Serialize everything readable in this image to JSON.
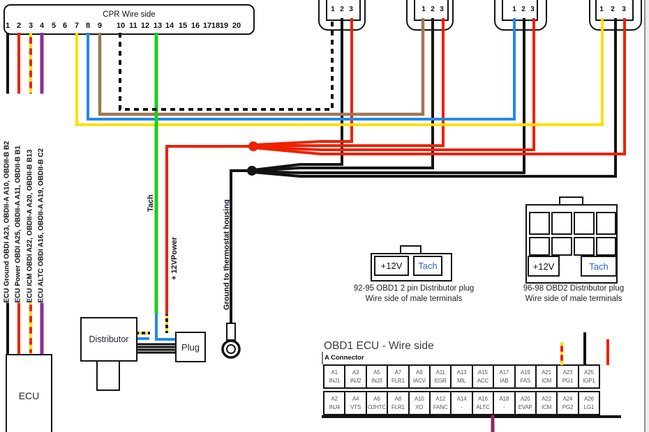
{
  "colors": {
    "black": "#131313",
    "red": "#ee2200",
    "yellow": "#ffdf00",
    "purple": "#8a2f96",
    "blue": "#2288ee",
    "brown": "#a07850",
    "green": "#1ecc1e",
    "plum": "#8b2962",
    "tach_text": "#2b62d9"
  },
  "cpr": {
    "title": "CPR Wire side",
    "pins": [
      "1",
      "2",
      "3",
      "4",
      "5",
      "6",
      "7",
      "8",
      "9",
      "10",
      "11",
      "12",
      "13",
      "14",
      "15",
      "16",
      "17",
      "18",
      "19",
      "20"
    ]
  },
  "left_labels": [
    "ECU Ground OBDI A23, OBDII-A A10, OBDII-B B2",
    "ECU Power OBDI A25, OBDII-A A11, OBDII-B B1",
    "ECU ICM OBDI A22, OBDII-A A20, OBDII-B B13",
    "ECU ALTC OBDI A16, OBDII-A A19, OBDII-B C2"
  ],
  "wire_labels": {
    "tach": "Tach",
    "power": "+ 12VPower",
    "ground": "Ground to thermostat housing"
  },
  "boxes": {
    "ecu": "ECU",
    "distributor": "Distributor",
    "plug": "Plug"
  },
  "connectors": {
    "pin_labels": [
      "1",
      "2",
      "3"
    ],
    "wire_colors": [
      [
        "dashed-black",
        "black",
        "red"
      ],
      [
        "brown",
        "black",
        "red"
      ],
      [
        "blue",
        "black",
        "red"
      ],
      [
        "yellow",
        "black",
        "red"
      ]
    ]
  },
  "obd1_plug": {
    "pin_12v": "+12V",
    "pin_tach": "Tach",
    "caption": [
      "92-95 OBD1 2 pin Distributor plug",
      "Wire side of male terminals"
    ]
  },
  "obd2_plug": {
    "pin_12v": "+12V",
    "pin_tach": "Tach",
    "caption": [
      "96-98 OBD2 Distributor plug",
      "Wire side of male terminals"
    ]
  },
  "ecu_table": {
    "title": "OBD1 ECU - Wire side",
    "connector": "A Connector",
    "rows": [
      [
        [
          "A1",
          "INJ1"
        ],
        [
          "A3",
          "INJ2"
        ],
        [
          "A5",
          "INJ3"
        ],
        [
          "A7",
          "FLR1"
        ],
        [
          "A9",
          "IACV"
        ],
        [
          "A11",
          "EGR"
        ],
        [
          "A13",
          "MIL"
        ],
        [
          "A15",
          "ACC"
        ],
        [
          "A17",
          "IAB"
        ],
        [
          "A19",
          "FAS"
        ],
        [
          "A21",
          "ICM"
        ],
        [
          "A23",
          "PG1"
        ],
        [
          "A25",
          "IGP1"
        ]
      ],
      [
        [
          "A2",
          "INJ4"
        ],
        [
          "A4",
          "VTS"
        ],
        [
          "A6",
          "O2HTC"
        ],
        [
          "A8",
          "FLR1"
        ],
        [
          "A10",
          "XO"
        ],
        [
          "A12",
          "FANC"
        ],
        [
          "A14",
          "-"
        ],
        [
          "A16",
          "ALTC"
        ],
        [
          "A18",
          "-"
        ],
        [
          "A20",
          "EVAP"
        ],
        [
          "A22",
          "ICM"
        ],
        [
          "A24",
          "PG2"
        ],
        [
          "A26",
          "LG1"
        ]
      ]
    ]
  }
}
